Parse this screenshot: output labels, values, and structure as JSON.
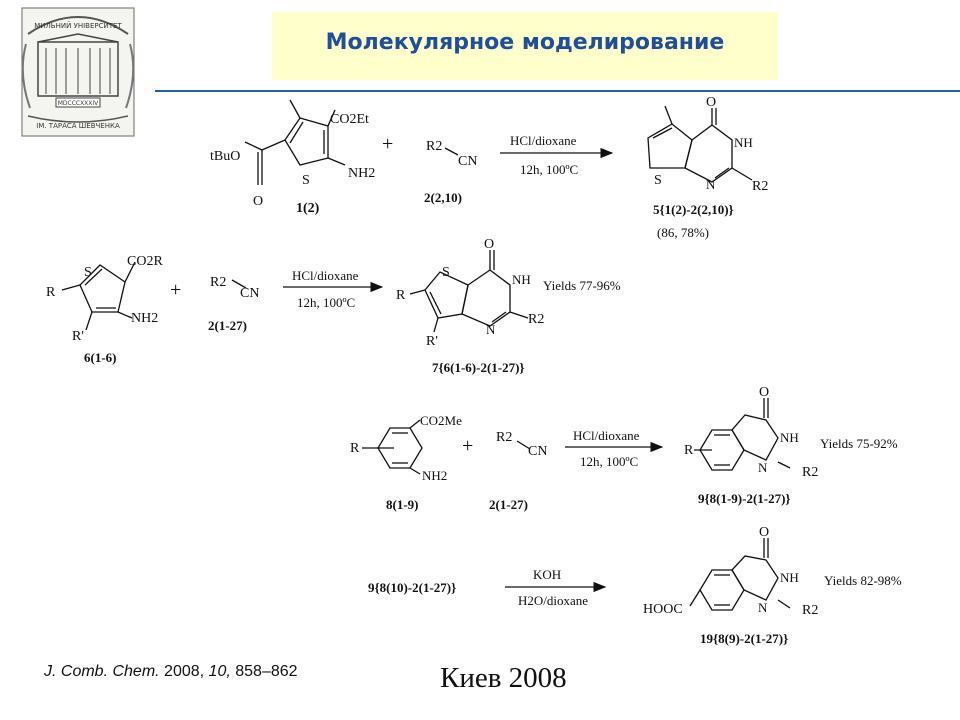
{
  "header": {
    "title": "Молекулярное моделирование"
  },
  "logo": {
    "lines": [
      "МИЛЬНИЙ УНІВЕРСИТЕТ",
      "MDCCCXXXIV",
      "ІМ. ТАРАСА ШЕВЧЕНКА"
    ]
  },
  "scheme1": {
    "reactant1_label": "1(2)",
    "reactant2_label": "2(2,10)",
    "cond_top": "HCl/dioxane",
    "cond_bottom": "12h, 100ºC",
    "product_label": "5{1(2)-2(2,10)}",
    "yields": "(86, 78%)",
    "g_co2et": "CO2Et",
    "g_tbuo": "tBuO",
    "g_nh2": "NH2",
    "g_o": "O",
    "g_s": "S",
    "g_r2": "R2",
    "g_cn": "CN",
    "plus": "+",
    "g_nh": "NH",
    "g_n": "N"
  },
  "scheme2": {
    "reactant1_label": "6(1-6)",
    "reactant2_label": "2(1-27)",
    "cond_top": "HCl/dioxane",
    "cond_bottom": "12h, 100ºC",
    "product_label": "7{6(1-6)-2(1-27)}",
    "yields": "Yields 77-96%",
    "g_co2r": "CO2R",
    "g_r": "R",
    "g_rp": "R'",
    "g_nh2": "NH2",
    "g_s": "S"
  },
  "scheme3": {
    "reactant1_label": "8(1-9)",
    "reactant2_label": "2(1-27)",
    "cond_top": "HCl/dioxane",
    "cond_bottom": "12h, 100ºC",
    "product_label": "9{8(1-9)-2(1-27)}",
    "yields": "Yields 75-92%",
    "g_co2me": "CO2Me",
    "g_nh2": "NH2"
  },
  "scheme4": {
    "reactant_label": "9{8(10)-2(1-27)}",
    "cond_top": "KOH",
    "cond_bottom": "H2O/dioxane",
    "product_label": "19{8(9)-2(1-27)}",
    "yields": "Yields 82-98%",
    "g_hooc": "HOOC"
  },
  "footer": {
    "journal": "J. Comb. Chem.",
    "year": "2008,",
    "volume": "10,",
    "pages": "858–862",
    "place": "Киев 2008"
  }
}
